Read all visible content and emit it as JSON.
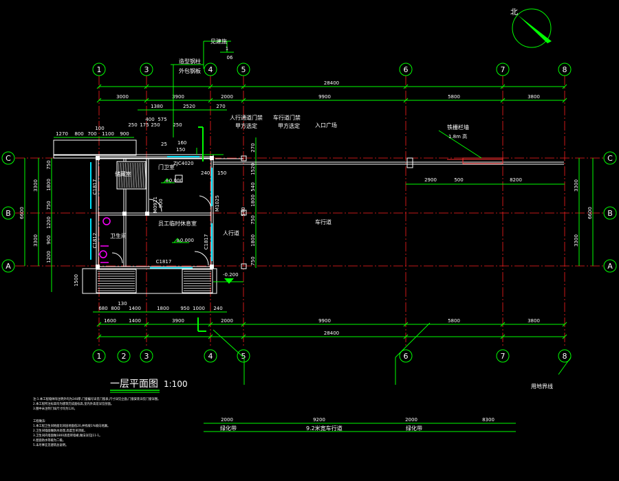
{
  "north_label": "北",
  "grid_cols_top": [
    "1",
    "3",
    "4",
    "5",
    "6",
    "7",
    "8"
  ],
  "grid_cols_bottom": [
    "1",
    "2",
    "3",
    "4",
    "5",
    "6",
    "7",
    "8"
  ],
  "grid_rows": [
    "C",
    "B",
    "A"
  ],
  "total_dim": "28400",
  "top_dims": [
    "3000",
    "3900",
    "2000",
    "9900",
    "5800",
    "3800"
  ],
  "bottom_dims": [
    "1600",
    "1400",
    "3900",
    "2000",
    "9900",
    "5800",
    "3800"
  ],
  "bottom_fine_dims": [
    "680",
    "800",
    "1400",
    "1800",
    "950",
    "1000",
    "240"
  ],
  "top_fine_dims_a": [
    "1380",
    "2520",
    "270"
  ],
  "top_fine_dims_b": [
    "400",
    "575",
    "250",
    "175",
    "250",
    "250"
  ],
  "left_fine_dims": [
    "1270",
    "800",
    "700",
    "1100",
    "900"
  ],
  "height_total": "6600",
  "left_row_dims": [
    "3300",
    "3300"
  ],
  "right_row_dims": [
    "3300",
    "3300"
  ],
  "left_detail_dims": [
    "750",
    "1800",
    "750",
    "1200",
    "900",
    "1200",
    "1500"
  ],
  "door_dims": [
    "270",
    "1520",
    "540",
    "1800",
    "540",
    "750",
    "1800",
    "750"
  ],
  "right_mid_dims": [
    "2900",
    "500",
    "8200"
  ],
  "labels": {
    "detail_ref": "见建施",
    "detail_num": "1",
    "detail_sheet": "06",
    "steel_col_1": "造型钢柱",
    "steel_col_2": "外包钢板",
    "ped_gate": "人行通道门禁",
    "veh_gate": "车行道门禁",
    "ped_pos_1": "甲方选定",
    "ped_pos_2": "甲方选定",
    "plaza": "入口广场",
    "fence_1": "铁栅栏墙",
    "fence_2": "1.8m 高",
    "storage": "储藏室",
    "guard": "门卫室",
    "toilet": "卫生间",
    "staff": "员工临时休息室",
    "level_1": "±0.000",
    "level_2": "±0.000",
    "level_3": "-0.200",
    "ped_way": "人行道",
    "veh_way": "车行道",
    "win_c1817a": "C1817",
    "win_c1817b": "C1817",
    "win_c1817c": "C1817",
    "win_c1812": "C1812",
    "door_m0921": "M0921",
    "door_m1025": "M1025",
    "door_zjc": "ZJC4020",
    "dim_240": "240",
    "dim_150a": "150",
    "dim_150b": "150",
    "dim_900": "900",
    "dim_130": "130",
    "dim_100": "100",
    "dim_25": "25",
    "dim_160": "160",
    "boundary": "用地界线",
    "plan_title": "一层平面图",
    "plan_scale": "1:100"
  },
  "road_dims": [
    "2000",
    "9200",
    "2000",
    "8300"
  ],
  "road_labels": [
    "绿化带",
    "9.2米宽车行道",
    "绿化带"
  ],
  "notes_title": "注:1.本工程墙体除注明外均为240厚,门窗编号详见门窗表,尺寸详见立面,门窗安装详见门窗详图。",
  "notes": [
    "2.本工程所注标高均为建筑完成面标高,室内外高差详见剖面。",
    "3.图中未注明门垛尺寸均为120。"
  ],
  "notes2_title": "工程做法:",
  "notes2": [
    "1.本工程卫生间地面比同层地面低20,并找坡1%坡向地漏。",
    "2.卫生间墙面做防水处理,高度至吊顶底。",
    "3.卫生间内墙面做1800高瓷砖墙裙,做法详见J11-1。",
    "4.屋面防水等级为二级。",
    "5.未尽事宜见建筑总说明。"
  ],
  "colors": {
    "grid": "#00ff00",
    "axis": "#ff2020",
    "wall": "#ffffff",
    "accent": "#00e5ff",
    "fixture": "#ff00ff",
    "marker": "#00ff00"
  }
}
